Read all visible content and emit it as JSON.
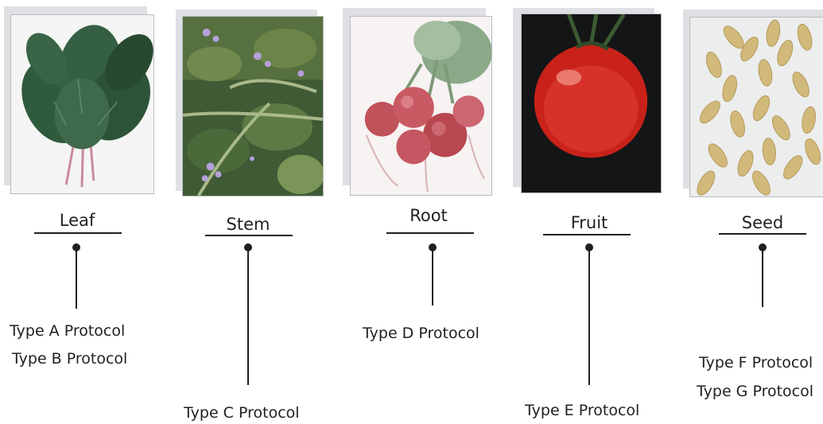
{
  "parts": [
    {
      "id": "leaf",
      "label": "Leaf",
      "protocols": [
        "Type A Protocol",
        "Type B Protocol"
      ]
    },
    {
      "id": "stem",
      "label": "Stem",
      "protocols": [
        "Type C Protocol"
      ]
    },
    {
      "id": "root",
      "label": "Root",
      "protocols": [
        "Type D Protocol"
      ]
    },
    {
      "id": "fruit",
      "label": "Fruit",
      "protocols": [
        "Type E Protocol"
      ]
    },
    {
      "id": "seed",
      "label": "Seed",
      "protocols": [
        "Type F Protocol",
        "Type G Protocol"
      ]
    }
  ],
  "colors": {
    "frame_shadow": "#dfe0e4",
    "line": "#231f20"
  }
}
